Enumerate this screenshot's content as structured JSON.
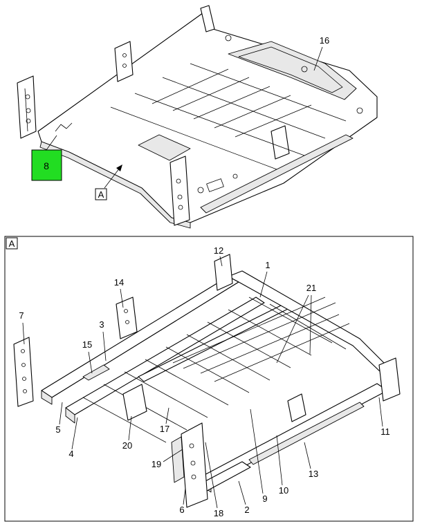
{
  "top_view": {
    "highlighted_callout": "8",
    "callouts": [
      "16"
    ],
    "view_tag": "A",
    "highlight_color": "#22dd22"
  },
  "detail_view": {
    "frame_tag": "A",
    "callouts": [
      "1",
      "2",
      "3",
      "4",
      "5",
      "6",
      "7",
      "9",
      "10",
      "11",
      "12",
      "13",
      "14",
      "15",
      "17",
      "18",
      "19",
      "20",
      "21"
    ]
  }
}
